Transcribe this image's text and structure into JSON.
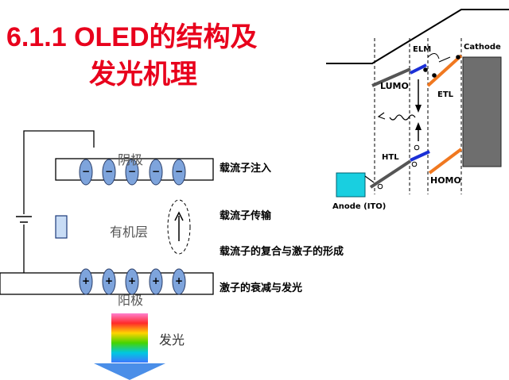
{
  "title": {
    "line1": "6.1.1 OLED的结构及",
    "line2": "发光机理"
  },
  "device": {
    "cathode_label": "阴极",
    "anode_label": "阳极",
    "organic_label": "有机层",
    "emission_label": "发光",
    "cathode_charge": "−",
    "anode_charge": "+"
  },
  "steps": [
    "载流子注入",
    "载流子传输",
    "载流子的复合与激子的形成",
    "激子的衰减与发光"
  ],
  "energy_diagram": {
    "elm": "ELM",
    "cathode": "Cathode",
    "lumo": "LUMO",
    "etl": "ETL",
    "htl": "HTL",
    "homo": "HOMO",
    "anode": "Anode (ITO)"
  },
  "colors": {
    "title": "#e8001c",
    "ellipse": "#7ea4dc",
    "anode_box": "#19cfe0",
    "cathode_box": "#6e6e6e",
    "blue_level": "#1a2fd6",
    "orange_level": "#f07820"
  }
}
